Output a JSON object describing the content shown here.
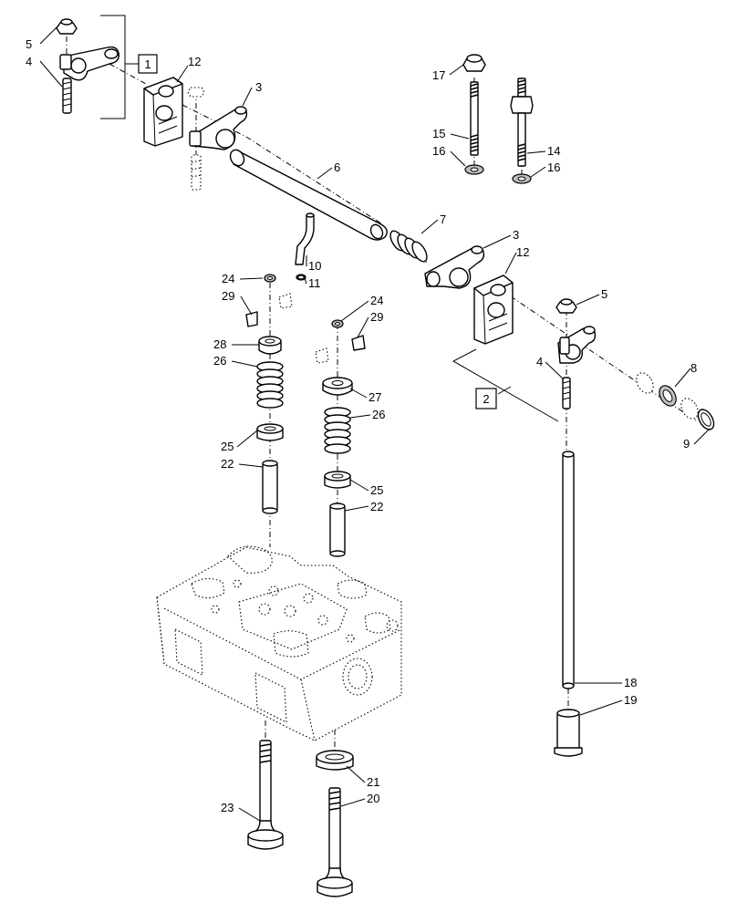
{
  "callouts": {
    "c5a": "5",
    "c4a": "4",
    "c12a": "12",
    "c3a": "3",
    "c6": "6",
    "c17": "17",
    "c15": "15",
    "c16a": "16",
    "c14": "14",
    "c16b": "16",
    "c7": "7",
    "c3b": "3",
    "c12b": "12",
    "c10": "10",
    "c11": "11",
    "c24a": "24",
    "c29a": "29",
    "c28": "28",
    "c26a": "26",
    "c25a": "25",
    "c22a": "22",
    "c24b": "24",
    "c29b": "29",
    "c27": "27",
    "c26b": "26",
    "c25b": "25",
    "c22b": "22",
    "c5b": "5",
    "c4b": "4",
    "c8": "8",
    "c9": "9",
    "c18": "18",
    "c19": "19",
    "c21": "21",
    "c20": "20",
    "c23": "23"
  },
  "boxes": {
    "box1": "1",
    "box2": "2"
  }
}
